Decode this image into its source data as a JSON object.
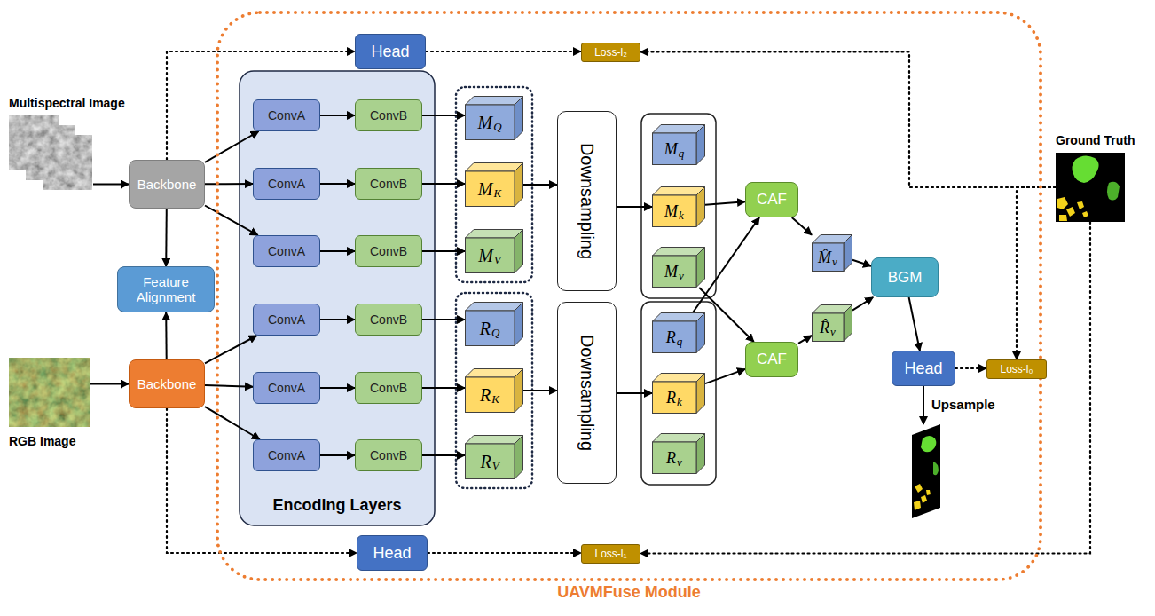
{
  "diagram": {
    "nodes": [
      {
        "text": [
          "Multispectral Image"
        ]
      },
      {
        "text": [
          "RGB Image"
        ]
      },
      {
        "text": [
          "Backbone"
        ]
      },
      {
        "text": [
          "Backbone"
        ]
      },
      {
        "text": [
          "Feature Alignment"
        ]
      },
      {
        "text": [
          "UAVMFuse Module"
        ]
      },
      {
        "text": [
          "Head"
        ],
        "in": 5
      },
      {
        "text": [
          "Loss-l₂"
        ],
        "in": 5
      },
      {
        "text": [
          "Encoding Layers"
        ],
        "in": 5
      },
      {
        "text": [
          "ConvA"
        ],
        "in": 8
      },
      {
        "text": [
          "ConvB"
        ],
        "in": 8
      },
      {
        "text": [
          "ConvA"
        ],
        "in": 8
      },
      {
        "text": [
          "ConvB"
        ],
        "in": 8
      },
      {
        "text": [
          "ConvA"
        ],
        "in": 8
      },
      {
        "text": [
          "ConvB"
        ],
        "in": 8
      },
      {
        "text": [
          "ConvA"
        ],
        "in": 8
      },
      {
        "text": [
          "ConvB"
        ],
        "in": 8
      },
      {
        "text": [
          "ConvA"
        ],
        "in": 8
      },
      {
        "text": [
          "ConvB"
        ],
        "in": 8
      },
      {
        "text": [
          "ConvA"
        ],
        "in": 8
      },
      {
        "text": [
          "ConvB"
        ],
        "in": 8
      },
      {
        "text": [
          "M",
          "Q"
        ],
        "in": 5
      },
      {
        "text": [
          "M",
          "K"
        ],
        "in": 5
      },
      {
        "text": [
          "M",
          "V"
        ],
        "in": 5
      },
      {
        "text": [
          "R",
          "Q"
        ],
        "in": 5
      },
      {
        "text": [
          "R",
          "K"
        ],
        "in": 5
      },
      {
        "text": [
          "R",
          "V"
        ],
        "in": 5
      },
      {
        "text": [
          "Downsampling"
        ],
        "in": 5
      },
      {
        "text": [
          "Downsampling"
        ],
        "in": 5
      },
      {
        "text": [
          "M",
          "q"
        ],
        "in": 5
      },
      {
        "text": [
          "M",
          "k"
        ],
        "in": 5
      },
      {
        "text": [
          "M",
          "v"
        ],
        "in": 5
      },
      {
        "text": [
          "R",
          "q"
        ],
        "in": 5
      },
      {
        "text": [
          "R",
          "k"
        ],
        "in": 5
      },
      {
        "text": [
          "R",
          "v"
        ],
        "in": 5
      },
      {
        "text": [
          "CAF"
        ],
        "in": 5
      },
      {
        "text": [
          "CAF"
        ],
        "in": 5
      },
      {
        "text": [
          "M̂",
          "v"
        ],
        "in": 5
      },
      {
        "text": [
          "R̂",
          "v"
        ],
        "in": 5
      },
      {
        "text": [
          "BGM"
        ],
        "in": 5
      },
      {
        "text": [
          "Head"
        ],
        "in": 5
      },
      {
        "text": [
          "Loss-l₀"
        ],
        "in": 5
      },
      {
        "text": [
          "Head"
        ],
        "in": 5
      },
      {
        "text": [
          "Loss-l₁"
        ],
        "in": 5
      },
      {
        "text": [
          "Ground Truth"
        ]
      }
    ],
    "edges": [
      {
        "from": 0,
        "to": 2,
        "arrow": "to"
      },
      {
        "from": 1,
        "to": 3,
        "arrow": "to"
      },
      {
        "from": 2,
        "to": 4,
        "arrow": "to"
      },
      {
        "from": 3,
        "to": 4,
        "arrow": "to"
      },
      {
        "from": 2,
        "to": 9,
        "arrow": "to"
      },
      {
        "from": 2,
        "to": 11,
        "arrow": "to"
      },
      {
        "from": 2,
        "to": 13,
        "arrow": "to"
      },
      {
        "from": 3,
        "to": 15,
        "arrow": "to"
      },
      {
        "from": 3,
        "to": 17,
        "arrow": "to"
      },
      {
        "from": 3,
        "to": 19,
        "arrow": "to"
      },
      {
        "from": 9,
        "to": 10,
        "arrow": "to"
      },
      {
        "from": 11,
        "to": 12,
        "arrow": "to"
      },
      {
        "from": 13,
        "to": 14,
        "arrow": "to"
      },
      {
        "from": 15,
        "to": 16,
        "arrow": "to"
      },
      {
        "from": 17,
        "to": 18,
        "arrow": "to"
      },
      {
        "from": 19,
        "to": 20,
        "arrow": "to"
      },
      {
        "from": 10,
        "to": 21,
        "arrow": "to"
      },
      {
        "from": 12,
        "to": 22,
        "arrow": "to"
      },
      {
        "from": 14,
        "to": 23,
        "arrow": "to"
      },
      {
        "from": 16,
        "to": 24,
        "arrow": "to"
      },
      {
        "from": 18,
        "to": 25,
        "arrow": "to"
      },
      {
        "from": 20,
        "to": 26,
        "arrow": "to"
      },
      {
        "from": 22,
        "to": 27,
        "arrow": "to"
      },
      {
        "from": 25,
        "to": 28,
        "arrow": "to"
      },
      {
        "from": 27,
        "to": 30,
        "arrow": "to"
      },
      {
        "from": 28,
        "to": 33,
        "arrow": "to"
      },
      {
        "from": 30,
        "to": 35,
        "arrow": "to"
      },
      {
        "from": 31,
        "to": 36,
        "arrow": "to"
      },
      {
        "from": 32,
        "to": 35,
        "arrow": "to"
      },
      {
        "from": 33,
        "to": 36,
        "arrow": "to"
      },
      {
        "from": 35,
        "to": 37,
        "arrow": "to"
      },
      {
        "from": 36,
        "to": 38,
        "arrow": "to"
      },
      {
        "from": 37,
        "to": 39,
        "arrow": "to"
      },
      {
        "from": 38,
        "to": 39,
        "arrow": "to"
      },
      {
        "from": 39,
        "to": 40,
        "arrow": "to"
      },
      {
        "from": 40,
        "to": 41,
        "arrow": "to"
      },
      {
        "from": 2,
        "to": 6,
        "arrow": "to"
      },
      {
        "from": 6,
        "to": 7,
        "arrow": "to"
      },
      {
        "from": 44,
        "to": 7,
        "arrow": "to"
      },
      {
        "from": 44,
        "to": 41,
        "arrow": "to"
      },
      {
        "from": 3,
        "to": 42,
        "arrow": "to"
      },
      {
        "from": 42,
        "to": 43,
        "arrow": "to"
      },
      {
        "from": 44,
        "to": 43,
        "arrow": "to"
      }
    ],
    "labels": [
      "Upsample"
    ]
  }
}
